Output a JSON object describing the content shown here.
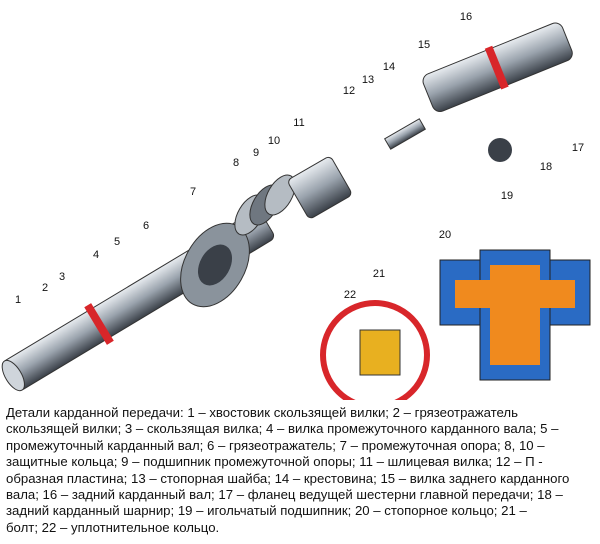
{
  "diagram": {
    "title": "Детали карданной передачи",
    "labels": [
      "1",
      "2",
      "3",
      "4",
      "5",
      "6",
      "7",
      "8",
      "9",
      "10",
      "11",
      "12",
      "13",
      "14",
      "15",
      "16",
      "17",
      "18",
      "19",
      "20",
      "21",
      "22"
    ],
    "colors": {
      "steel": "#9aa3ad",
      "dark": "#3a4048",
      "red": "#d8262a",
      "orange": "#f08a1e",
      "blue": "#2a6bc4"
    }
  },
  "caption": {
    "lines": [
      "Детали карданной передачи: 1 – хвостовик скользящей вилки; 2 – грязеотражатель",
      "скользящей вилки; 3 – скользящая вилка; 4 – вилка промежуточного карданного вала; 5 –",
      "промежуточный карданный вал; 6 – грязеотражатель; 7 – промежуточная опора; 8, 10 –",
      "защитные кольца; 9 – подшипник промежуточной опоры; 11 – шлицевая вилка; 12 – П -",
      "образная пластина; 13 – стопорная шайба; 14 – крестовина; 15 – вилка заднего карданного",
      "вала; 16 – задний карданный вал; 17 – фланец ведущей шестерни главной передачи; 18 –",
      "задний карданный шарнир; 19 – игольчатый подшипник; 20 – стопорное кольцо; 21 –",
      "болт; 22 – уплотнительное кольцо."
    ]
  }
}
